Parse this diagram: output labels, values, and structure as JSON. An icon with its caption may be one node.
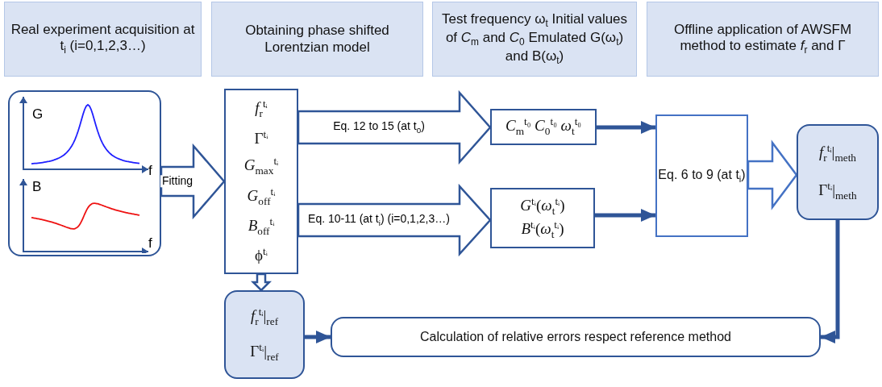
{
  "diagram": {
    "nodes": [
      {
        "text": [
          "Real experiment acquisition at t$_{i}$ (i=0,1,2,3…)"
        ]
      },
      {
        "text": [
          "Obtaining phase shifted Lorentzian model"
        ]
      },
      {
        "text": [
          "Test frequency ω$_{t}$ Initial values of *C*$_{m}$ and *C*$_{0}$ Emulated G(ω$_{t}$) and B(ω$_{t}$)"
        ]
      },
      {
        "text": [
          "Offline application of AWSFM method to estimate *f*$_{r}$ and Γ"
        ]
      },
      {
        "text": [
          "G",
          "f",
          "B",
          "f"
        ]
      },
      {
        "text": [
          "*f*$_{r}$$^{tᵢ}$",
          "Γ$^{tᵢ}$",
          "*G*$_{max}$$^{tᵢ}$",
          "*G*$_{off}$$^{tᵢ}$",
          "*B*$_{off}$$^{tᵢ}$",
          "ϕ$^{tᵢ}$"
        ]
      },
      {
        "text": [
          "*C*$_{m}$$^{t₀}$  *C*$_{0}$$^{t₀}$  *ω*$_{t}$$^{t₀}$"
        ]
      },
      {
        "text": [
          "*G*$^{tᵢ}$(*ω*$_{t}$$^{tᵢ}$)",
          "*B*$^{tᵢ}$(*ω*$_{t}$$^{tᵢ}$)"
        ]
      },
      {
        "text": [
          "Eq. 6 to 9 (at t$_{i}$)"
        ]
      },
      {
        "text": [
          "*f*$_{r}$$^{tᵢ}$|$_{meth}$",
          "Γ$^{tᵢ}$|$_{meth}$"
        ]
      },
      {
        "text": [
          "*f*$_{r}$$^{tᵢ}$|$_{ref}$",
          "Γ$^{tᵢ}$|$_{ref}$"
        ]
      },
      {
        "text": [
          "Calculation of relative errors respect reference method"
        ]
      }
    ],
    "edges": [
      {
        "from": 4,
        "to": 5,
        "arrow": "to",
        "label": "Fitting",
        "style": "thick"
      },
      {
        "from": 5,
        "to": 6,
        "arrow": "to",
        "label": "Eq. 12 to 15 (at t$_{0}$)",
        "style": "thick"
      },
      {
        "from": 5,
        "to": 7,
        "arrow": "to",
        "label": "Eq. 10-11 (at t$_{i}$) (i=0,1,2,3…)",
        "style": "thick"
      },
      {
        "from": 5,
        "to": 10,
        "arrow": "to",
        "style": "thick"
      },
      {
        "from": 6,
        "to": 8,
        "arrow": "to"
      },
      {
        "from": 7,
        "to": 8,
        "arrow": "to"
      },
      {
        "from": 8,
        "to": 9,
        "arrow": "to",
        "color": "#4472c4",
        "style": "thick"
      },
      {
        "from": 9,
        "to": 11,
        "arrow": "to"
      },
      {
        "from": 10,
        "to": 11,
        "arrow": "to"
      }
    ]
  }
}
